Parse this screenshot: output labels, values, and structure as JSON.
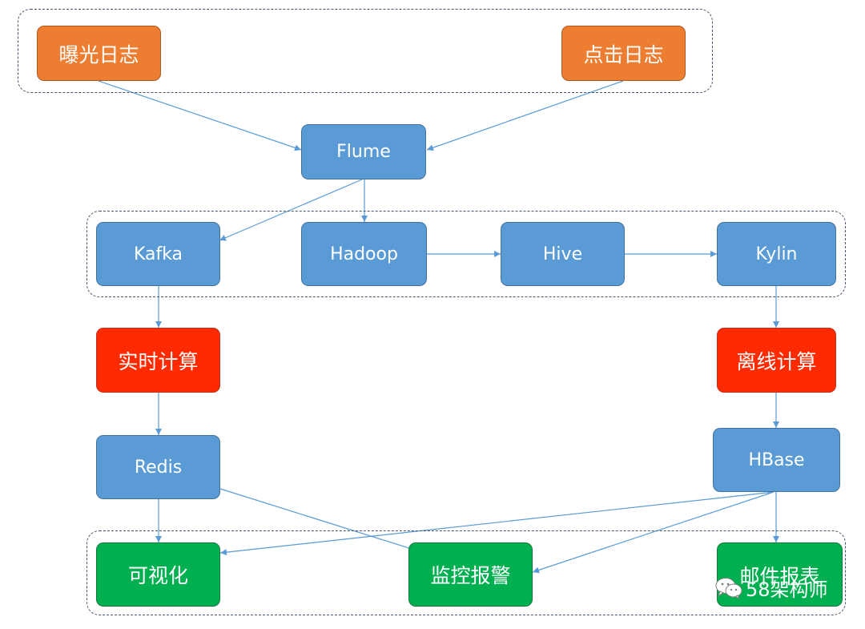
{
  "colors": {
    "orange": "#ed7d31",
    "blue": "#5b9bd5",
    "red": "#ff2a00",
    "green": "#00b050",
    "connector": "#5b9bd5",
    "group_border": "#44546a"
  },
  "nodes": {
    "exposure_log": "曝光日志",
    "click_log": "点击日志",
    "flume": "Flume",
    "kafka": "Kafka",
    "hadoop": "Hadoop",
    "hive": "Hive",
    "kylin": "Kylin",
    "realtime_compute": "实时计算",
    "offline_compute": "离线计算",
    "redis": "Redis",
    "hbase": "HBase",
    "visualization": "可视化",
    "monitoring_alert": "监控报警",
    "email_report": "邮件报表"
  },
  "watermark": {
    "icon": "wechat-icon",
    "text": "58架构师"
  }
}
